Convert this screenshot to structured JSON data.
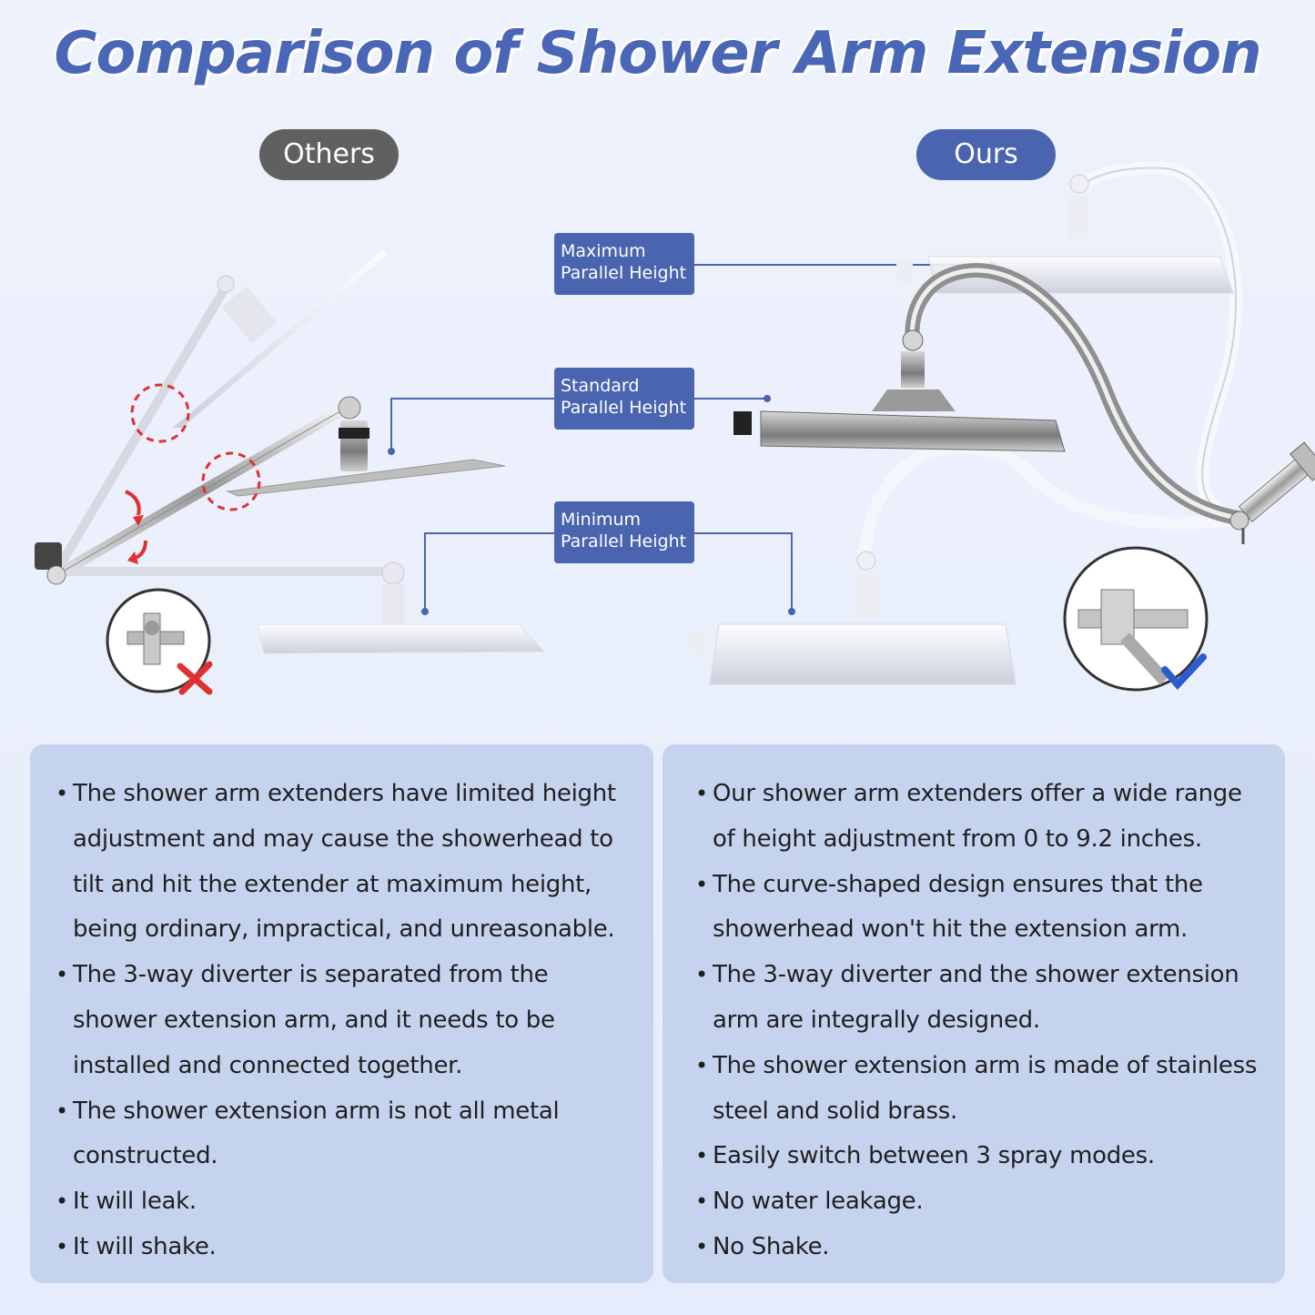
{
  "title": "Comparison of Shower Arm Extension",
  "labels": {
    "others": "Others",
    "ours": "Ours"
  },
  "height_tags": {
    "maximum": [
      "Maximum",
      "Parallel Height"
    ],
    "standard": [
      "Standard",
      "Parallel Height"
    ],
    "minimum": [
      "Minimum",
      "Parallel Height"
    ]
  },
  "others_points": [
    "The shower arm extenders have limited height adjustment and may cause the showerhead to tilt and hit the extender at maximum height, being ordinary, impractical, and unreasonable.",
    "The 3-way diverter is separated from the shower extension arm, and it needs to be installed and connected together.",
    "The shower extension arm is not all metal constructed.",
    "It will leak.",
    "It will shake."
  ],
  "ours_points": [
    "Our shower arm extenders offer a wide range of height adjustment from 0 to 9.2 inches.",
    "The curve-shaped design ensures that the showerhead won't hit the extension arm.",
    "The 3-way diverter and the shower extension arm are integrally designed.",
    "The shower extension arm is made of stainless steel and solid brass.",
    "Easily switch between 3 spray modes.",
    "No water leakage.",
    "No Shake."
  ],
  "colors": {
    "accent": "#4a64b0",
    "others_pill": "#606060",
    "panel": "#c6d3ef",
    "cross": "#e03030",
    "check": "#2d5bd0"
  },
  "icons": {
    "others_badge": "diverter-cross-icon",
    "ours_badge": "diverter-check-icon"
  }
}
